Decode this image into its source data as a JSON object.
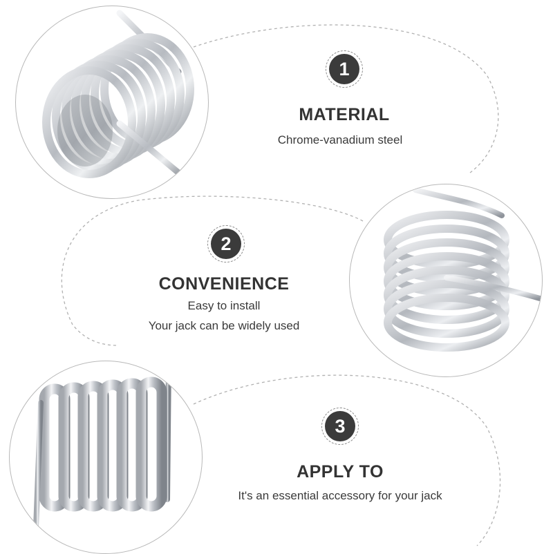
{
  "features": [
    {
      "number": "1",
      "title": "MATERIAL",
      "lines": [
        "Chrome-vanadium steel"
      ]
    },
    {
      "number": "2",
      "title": "CONVENIENCE",
      "lines": [
        "Easy to install",
        "Your jack can be widely used"
      ]
    },
    {
      "number": "3",
      "title": "APPLY TO",
      "lines": [
        "It's an essential accessory for your jack"
      ]
    }
  ],
  "colors": {
    "badge": "#3b3b3b",
    "title_text": "#333333",
    "body_text": "#3a3a3a",
    "dashed_outline": "#b0b0b0",
    "circle_border": "#b8b8b8",
    "spring_metal": "#c9ccd1"
  },
  "images": [
    "coiled-spring-photo",
    "coiled-spring-photo",
    "coiled-spring-photo"
  ]
}
